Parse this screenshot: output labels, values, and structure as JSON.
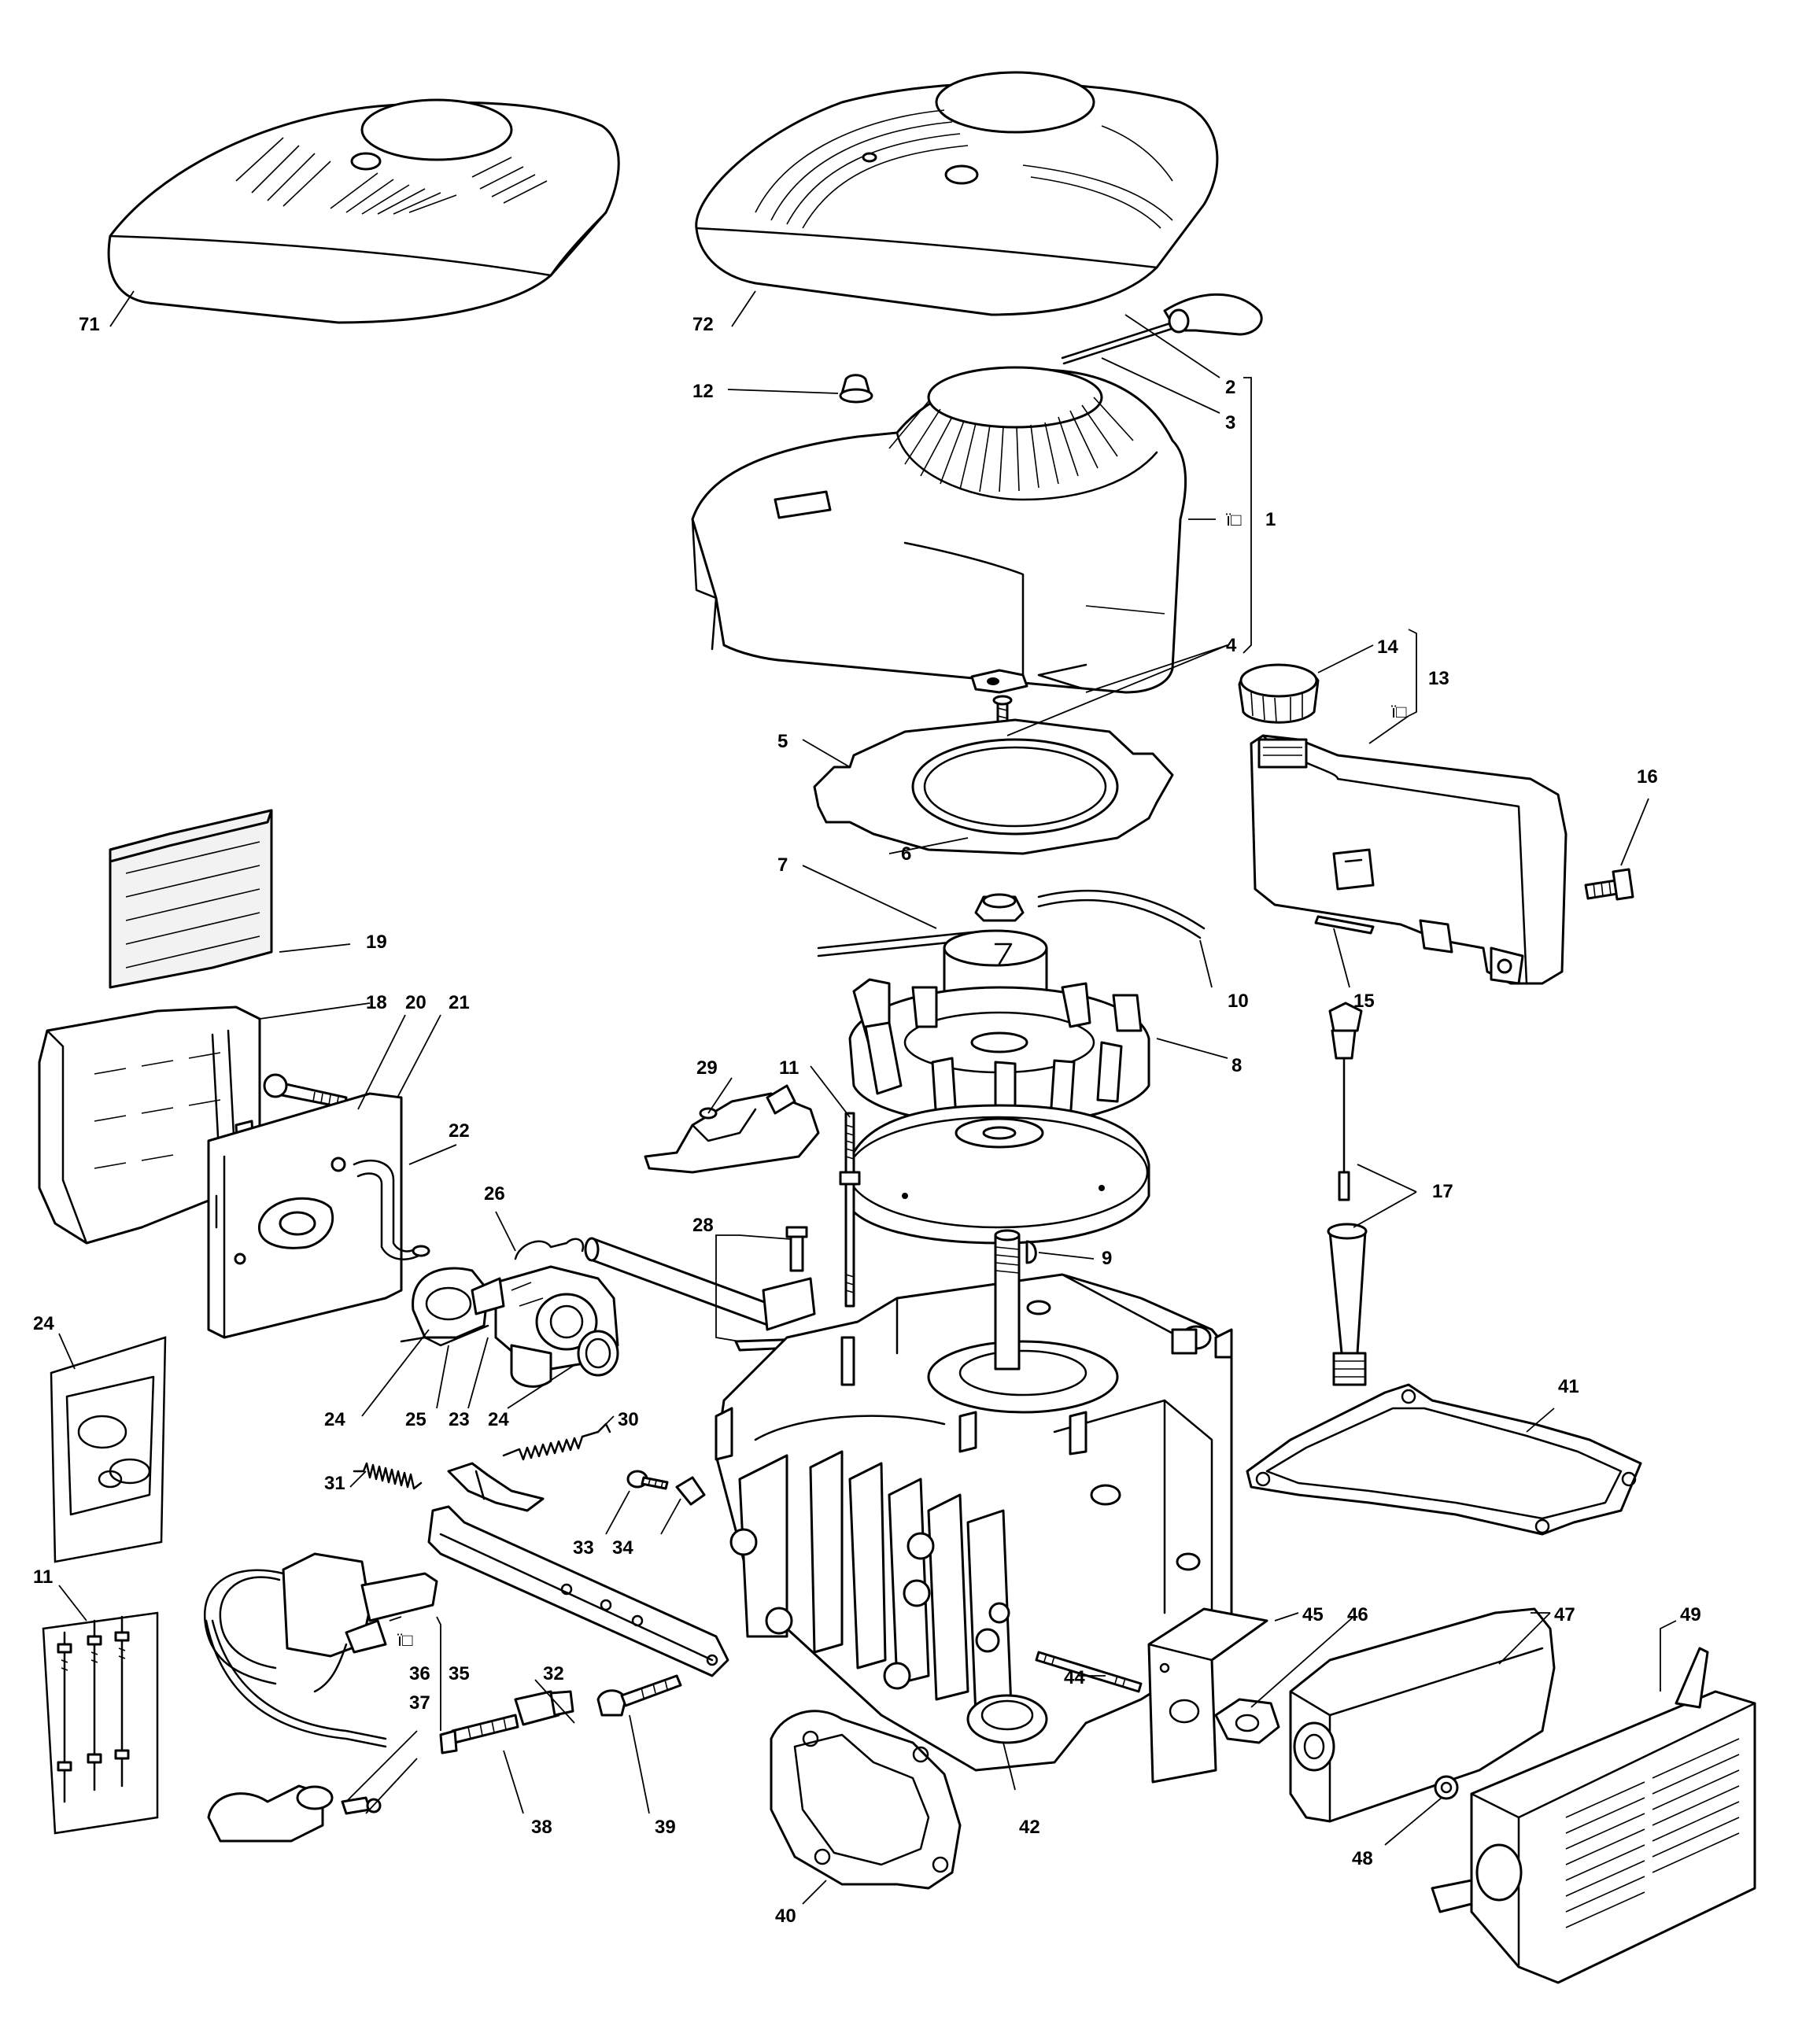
{
  "diagram": {
    "callouts": [
      "71",
      "72",
      "2",
      "3",
      "12",
      "1",
      "4",
      "13",
      "14",
      "5",
      "16",
      "6",
      "7",
      "10",
      "15",
      "19",
      "18",
      "20",
      "21",
      "29",
      "11",
      "8",
      "17",
      "22",
      "26",
      "28",
      "9",
      "24",
      "41",
      "24",
      "23",
      "25",
      "24",
      "30",
      "31",
      "33",
      "34",
      "11",
      "45",
      "46",
      "47",
      "49",
      "36",
      "35",
      "37",
      "32",
      "44",
      "38",
      "39",
      "42",
      "48",
      "40"
    ],
    "bracket_marks": [
      "ï□",
      "ï□",
      "ï□"
    ]
  }
}
